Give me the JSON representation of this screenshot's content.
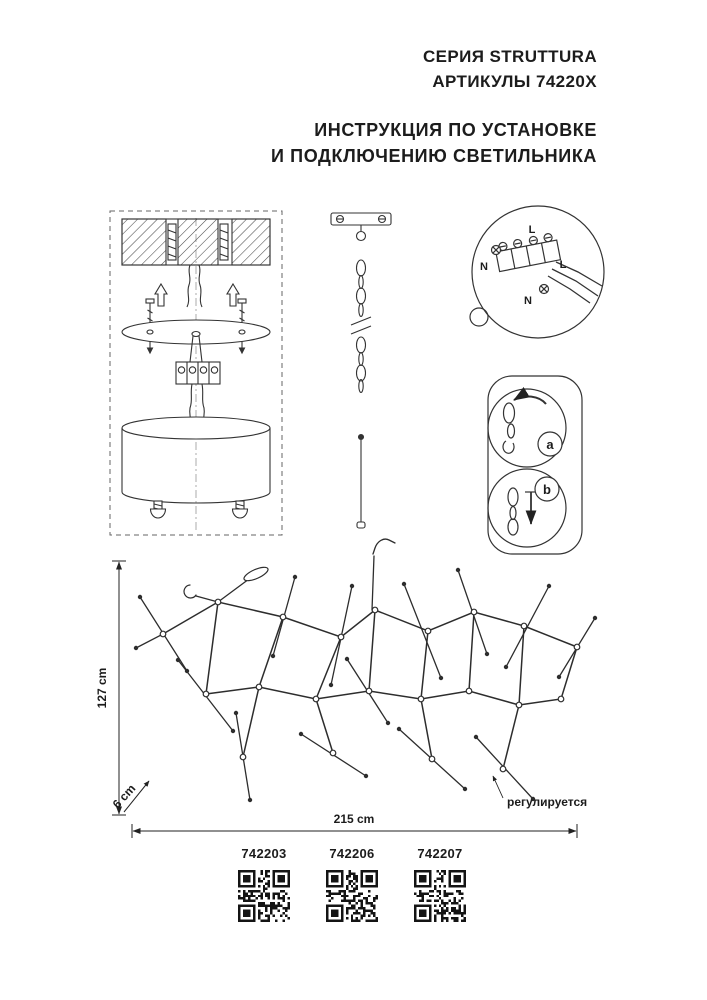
{
  "header": {
    "series": "СЕРИЯ STRUTTURA",
    "articles": "АРТИКУЛЫ 74220X",
    "subtitle1": "ИНСТРУКЦИЯ ПО УСТАНОВКЕ",
    "subtitle2": "И ПОДКЛЮЧЕНИЮ СВЕТИЛЬНИКА"
  },
  "wiring_detail": {
    "l_top": "L",
    "n_left": "N",
    "l_right": "L",
    "n_bottom": "N"
  },
  "adjustment_detail": {
    "step_a": "a",
    "step_b": "b"
  },
  "dimensions": {
    "height": "127 cm",
    "depth": "6 cm",
    "width": "215 cm",
    "adjustable_note": "регулируется"
  },
  "articles": [
    {
      "number": "742203"
    },
    {
      "number": "742206"
    },
    {
      "number": "742207"
    }
  ]
}
